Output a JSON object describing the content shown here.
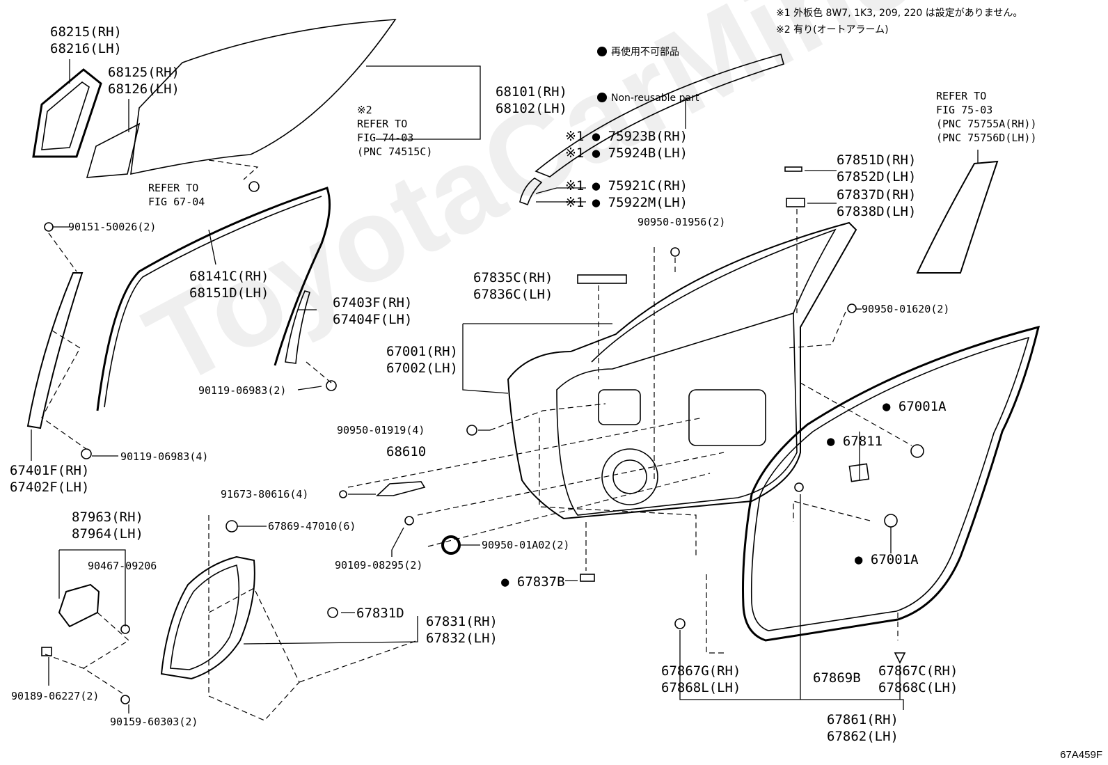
{
  "legend": {
    "jp": "再使用不可部品",
    "en": "Non-reusable part"
  },
  "notes": {
    "note1": "※1 外板色 8W7, 1K3, 209, 220 は設定がありません。",
    "note2": "※2 有り(オートアラーム)"
  },
  "labels": {
    "p68215": "68215(RH)\n68216(LH)",
    "p68125": "68125(RH)\n68126(LH)",
    "p68101": "68101(RH)\n68102(LH)",
    "refer7403": "※2\nREFER TO\nFIG 74-03\n(PNC 74515C)",
    "refer6704": "REFER TO\nFIG 67-04",
    "p90151": "90151-50026(2)",
    "p68141": "68141C(RH)\n68151D(LH)",
    "p67403": "67403F(RH)\n67404F(LH)",
    "p90119a": "90119-06983(2)",
    "p90119b": "90119-06983(4)",
    "p67401": "67401F(RH)\n67402F(LH)",
    "p75923": "※1 ● 75923B(RH)\n※1 ● 75924B(LH)",
    "p75921": "※1 ● 75921C(RH)\n※1 ● 75922M(LH)",
    "refer7503": "REFER TO\nFIG 75-03\n(PNC 75755A(RH))\n(PNC 75756D(LH))",
    "p67851": "67851D(RH)\n67852D(LH)",
    "p67837D": "67837D(RH)\n67838D(LH)",
    "p90950_01956": "90950-01956(2)",
    "p67835": "67835C(RH)\n67836C(LH)",
    "p90950_01620": "90950-01620(2)",
    "p67001": "67001(RH)\n67002(LH)",
    "p67001A_1": "● 67001A",
    "p67811": "● 67811",
    "p90950_01919": "90950-01919(4)",
    "p68610": "68610",
    "p91673": "91673-80616(4)",
    "p87963": "87963(RH)\n87964(LH)",
    "p90467": "90467-09206",
    "p67869_47010": "67869-47010(6)",
    "p90950_01A02": "90950-01A02(2)",
    "p90109": "90109-08295(2)",
    "p67001A_2": "● 67001A",
    "p67837B": "● 67837B",
    "p67831D": "67831D",
    "p67831": "67831(RH)\n67832(LH)",
    "p90189": "90189-06227(2)",
    "p90159": "90159-60303(2)",
    "p67867G": "67867G(RH)\n67868L(LH)",
    "p67869B": "67869B",
    "p67867C": "67867C(RH)\n67868C(LH)",
    "p67861": "67861(RH)\n67862(LH)"
  },
  "figure_code": "67A459F",
  "watermark": "ToyotaCarMine.ru"
}
